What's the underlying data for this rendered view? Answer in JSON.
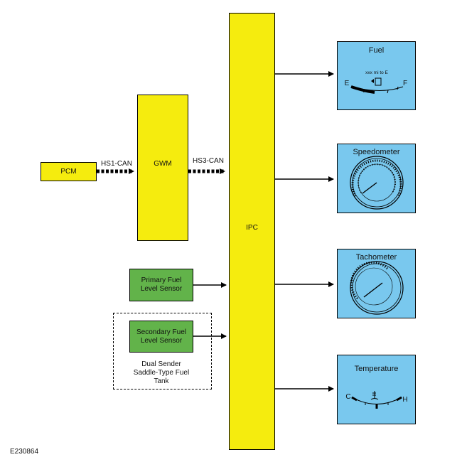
{
  "nodes": {
    "pcm": "PCM",
    "gwm": "GWM",
    "ipc": "IPC",
    "primary_sensor": "Primary Fuel Level Sensor",
    "secondary_sensor": "Secondary Fuel Level Sensor",
    "tank_note": "Dual Sender Saddle-Type Fuel Tank"
  },
  "buses": {
    "hs1": "HS1-CAN",
    "hs3": "HS3-CAN"
  },
  "gauges": {
    "fuel": {
      "title": "Fuel",
      "readout": "xxx mi to E",
      "empty": "E",
      "full": "F"
    },
    "speedometer": {
      "title": "Speedometer"
    },
    "tachometer": {
      "title": "Tachometer"
    },
    "temperature": {
      "title": "Temperature",
      "cold": "C",
      "hot": "H"
    }
  },
  "figure_id": "E230864",
  "colors": {
    "module": "#f5ec0e",
    "sensor": "#62b34a",
    "gauge": "#79c8ee"
  }
}
